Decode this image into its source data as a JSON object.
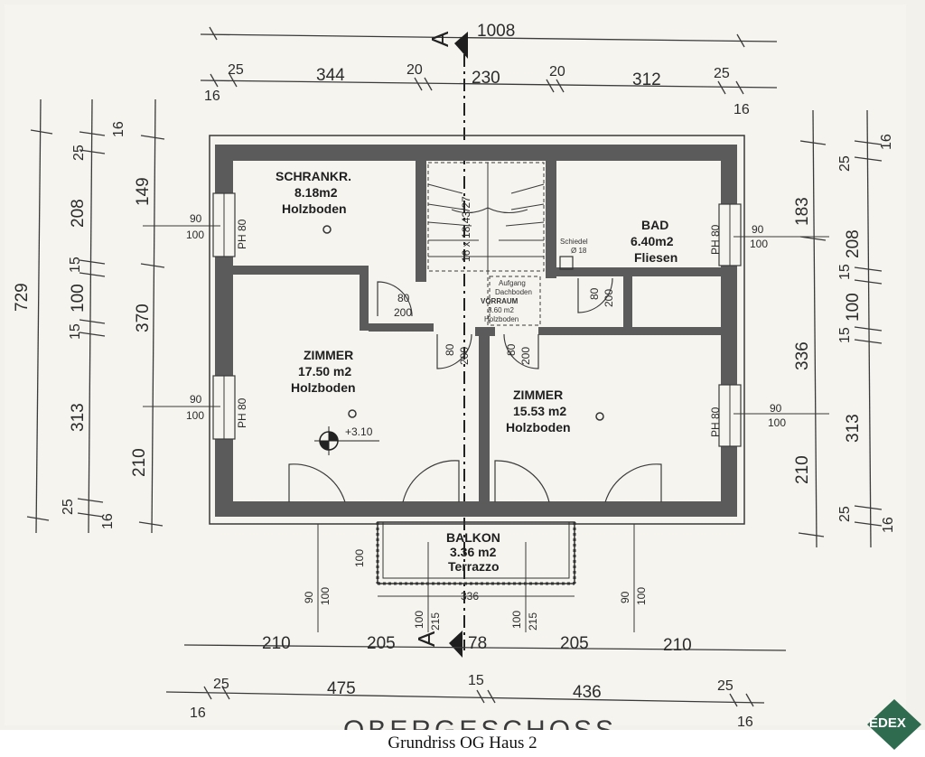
{
  "caption": "Grundriss OG Haus 2",
  "logo_text": "EDEX",
  "floor_label": "OBERGESCHOSS",
  "section_marker": "A",
  "colors": {
    "wall": "#5b5b5b",
    "paper": "#f3f1ec",
    "logo": "#2e6b4f",
    "line": "#3a3a3a"
  },
  "dims_top": {
    "overall": "1008",
    "left_outer": "25",
    "left_room": "344",
    "mid_left": "20",
    "mid": "230",
    "mid_right": "20",
    "right_room": "312",
    "right_outer": "25",
    "left_edge": "16",
    "right_edge": "16"
  },
  "dims_bottom": {
    "left": "210",
    "left_mid": "205",
    "center": "78",
    "right_mid": "205",
    "right": "210",
    "left_outer": "25",
    "left_room": "475",
    "center2": "15",
    "right_room": "436",
    "right_outer": "25",
    "left_edge": "16",
    "right_edge": "16"
  },
  "dims_left_outer": {
    "total": "729",
    "top": "25",
    "top_edge": "16",
    "a": "208",
    "b": "15",
    "c": "100",
    "d": "15",
    "e": "313",
    "f": "25",
    "g": "16"
  },
  "dims_left_inner": {
    "a": "149",
    "b": "370",
    "c": "210"
  },
  "dims_right_outer": {
    "a": "16",
    "b": "25",
    "c": "208",
    "d": "15",
    "e": "100",
    "f": "15",
    "g": "313",
    "h": "25",
    "i": "16"
  },
  "dims_right_inner": {
    "a": "183",
    "b": "336",
    "c": "210"
  },
  "windows": {
    "w": "90",
    "h": "100",
    "ph": "PH 80"
  },
  "rooms": {
    "schrank": {
      "name": "SCHRANKR.",
      "area": "8.18m2",
      "floor": "Holzboden"
    },
    "bad": {
      "name": "BAD",
      "area": "6.40m2",
      "floor": "Fliesen"
    },
    "zimmer1": {
      "name": "ZIMMER",
      "area": "17.50 m2",
      "floor": "Holzboden"
    },
    "zimmer2": {
      "name": "ZIMMER",
      "area": "15.53 m2",
      "floor": "Holzboden"
    },
    "vorraum": {
      "name": "VORRAUM",
      "area": "3.60 m2",
      "floor": "Holzboden",
      "note1": "Aufgang",
      "note2": "Dachboden"
    },
    "balkon": {
      "name": "BALKON",
      "area": "3.36 m2",
      "floor": "Terrazzo"
    }
  },
  "stairs": "16 x 18.43/27",
  "schiedel": {
    "label": "Schiedel",
    "dia": "Ø 18"
  },
  "doors": {
    "w80": "80",
    "h200": "200"
  },
  "level": "+3.10",
  "balkon_dims": {
    "width": "336",
    "depth": "100"
  },
  "bottom_openings": {
    "a": "90",
    "b": "100",
    "c": "100",
    "d": "215",
    "e": "100",
    "f": "215",
    "g": "90",
    "h": "100"
  }
}
